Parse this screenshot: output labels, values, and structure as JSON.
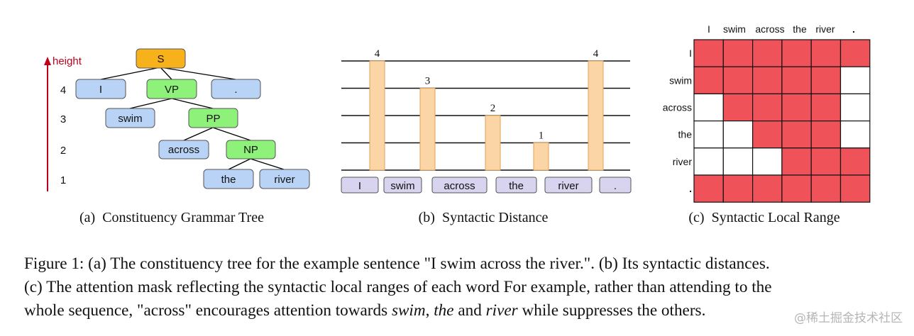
{
  "panel_a": {
    "axis_label": "height",
    "height_ticks": [
      "4",
      "3",
      "2",
      "1"
    ],
    "nodes": {
      "S": "S",
      "I": "I",
      "VP": "VP",
      "dot": ".",
      "swim": "swim",
      "PP": "PP",
      "across": "across",
      "NP": "NP",
      "the": "the",
      "river": "river"
    },
    "caption": "(a)  Constituency Grammar Tree"
  },
  "panel_b": {
    "distances": [
      {
        "word": "I",
        "value": 4
      },
      {
        "word": "swim",
        "value": 3
      },
      {
        "word": "across",
        "value": 2
      },
      {
        "word": "the",
        "value": 1
      },
      {
        "word": "river",
        "value": 4
      }
    ],
    "tokens": [
      "I",
      "swim",
      "across",
      "the",
      "river",
      "."
    ],
    "caption": "(b)  Syntactic Distance"
  },
  "panel_c": {
    "col_labels": [
      "I",
      "swim",
      "across",
      "the",
      "river",
      "."
    ],
    "row_labels": [
      "I",
      "swim",
      "across",
      "the",
      "river",
      "."
    ],
    "mask": [
      [
        1,
        1,
        1,
        1,
        1,
        1
      ],
      [
        1,
        1,
        1,
        1,
        1,
        0
      ],
      [
        0,
        1,
        1,
        1,
        1,
        0
      ],
      [
        0,
        0,
        1,
        1,
        1,
        0
      ],
      [
        0,
        0,
        0,
        1,
        1,
        1
      ],
      [
        1,
        1,
        1,
        1,
        1,
        1
      ]
    ],
    "colors": {
      "on": "#f0525a",
      "off": "#ffffff"
    },
    "caption": "(c)  Syntactic Local Range"
  },
  "colors": {
    "s_node": "#f7b21b",
    "phrase_node": "#8ef27a",
    "word_node": "#b8d3f5",
    "token_box": "#d8d3ee",
    "bar": "#fbd5a6",
    "bar_stroke": "#e3a35b",
    "axis_arrow": "#c0001a"
  },
  "caption": {
    "line1": "Figure 1: (a) The constituency tree for the example sentence \"I swim across the river.\". (b) Its syntactic distances.",
    "line2": "(c) The attention mask reflecting the syntactic local ranges of each word For example, rather than attending to the",
    "line3_a": "whole sequence, \"across\" encourages attention towards ",
    "line3_swim": "swim",
    "line3_comma": ", ",
    "line3_the": "the",
    "line3_and": " and ",
    "line3_river": "river",
    "line3_b": " while suppresses the others."
  },
  "watermark": "@稀土掘金技术社区"
}
